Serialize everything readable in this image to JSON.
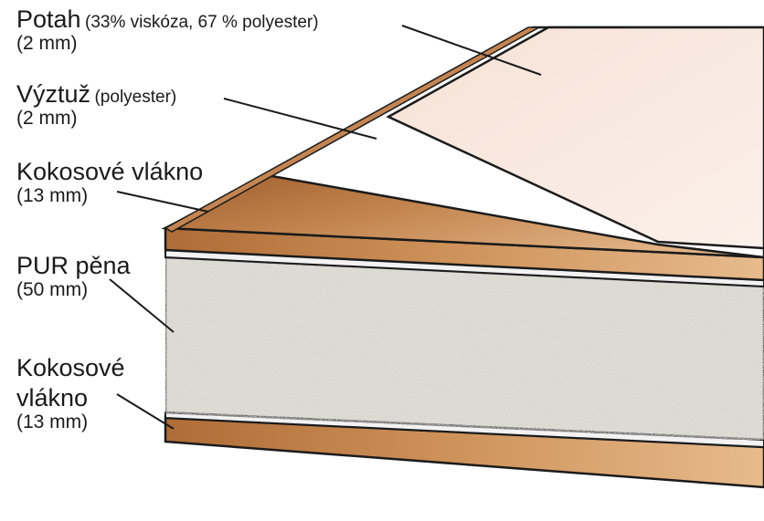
{
  "labels": {
    "potah": {
      "name": "Potah",
      "note": "(33% viskóza, 67 % polyester)",
      "dim": "(2 mm)"
    },
    "vyztuz": {
      "name": "Výztuž",
      "note": "(polyester)",
      "dim": "(2 mm)"
    },
    "kokos_top": {
      "name": "Kokosové vlákno",
      "dim": "(13 mm)"
    },
    "pur": {
      "name": "PUR pěna",
      "dim": "(50 mm)"
    },
    "kokos_bottom": {
      "line1": "Kokosové",
      "line2": "vlákno",
      "dim": "(13 mm)"
    }
  },
  "colors": {
    "cover": "#f9ebe3",
    "cover_edge": "#c68552",
    "reinforcement": "#ffffff",
    "coconut": "#b87540",
    "coconut_light": "#d49a62",
    "foam": "#d6d3cd",
    "outline": "#1b1b1b"
  }
}
